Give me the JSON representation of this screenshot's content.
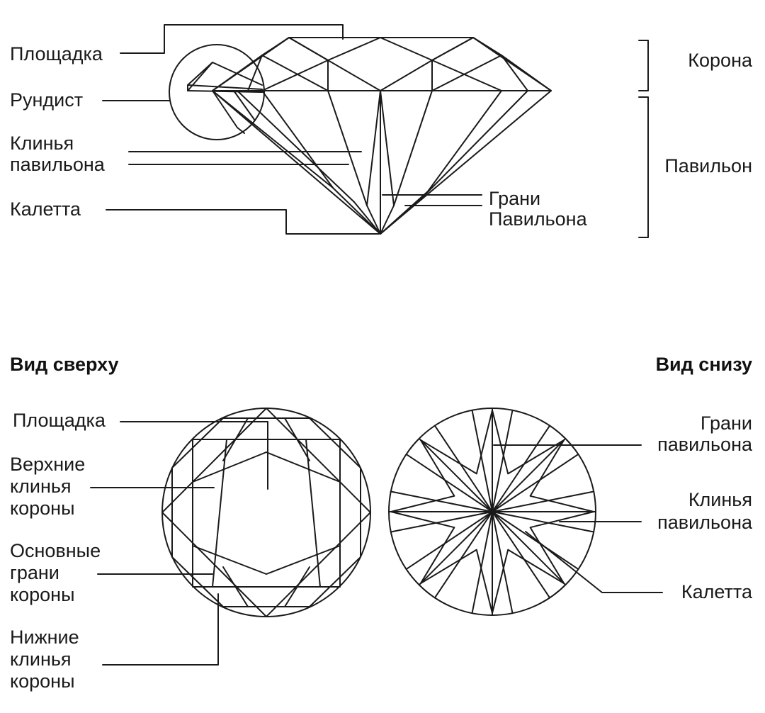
{
  "side_view": {
    "left_labels": {
      "table": "Площадка",
      "girdle": "Рундист",
      "pavilion_wedges_1": "Клинья",
      "pavilion_wedges_2": "павильона",
      "culet": "Калетта"
    },
    "pavilion_facets_1": "Грани",
    "pavilion_facets_2": "Павильона",
    "crown": "Корона",
    "pavilion": "Павильон"
  },
  "top_view": {
    "heading": "Вид сверху",
    "table": "Площадка",
    "upper_wedges": [
      "Верхние",
      "клинья",
      "короны"
    ],
    "main_facets": [
      "Основные",
      "грани",
      "короны"
    ],
    "lower_wedges": [
      "Нижние",
      "клинья",
      "короны"
    ]
  },
  "bottom_view": {
    "heading": "Вид снизу",
    "pavilion_facets": [
      "Грани",
      "павильона"
    ],
    "pavilion_wedges": [
      "Клинья",
      "павильона"
    ],
    "culet": "Калетта"
  },
  "colors": {
    "line": "#1a1a1a",
    "background": "#ffffff"
  }
}
